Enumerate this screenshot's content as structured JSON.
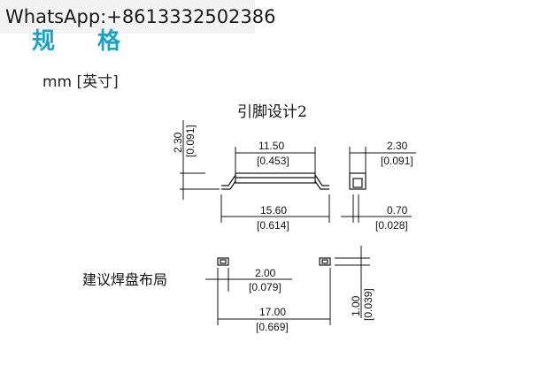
{
  "watermark": "WhatsApp:+8613332502386",
  "heading": "规格",
  "units": "mm  [英寸]",
  "pin_title": "引脚设计2",
  "pad_title": "建议焊盘布局",
  "dims": {
    "height": {
      "mm": "2.30",
      "in": "[0.091]"
    },
    "body_len": {
      "mm": "11.50",
      "in": "[0.453]"
    },
    "width": {
      "mm": "2.30",
      "in": "[0.091]"
    },
    "total_len": {
      "mm": "15.60",
      "in": "[0.614]"
    },
    "lead": {
      "mm": "0.70",
      "in": "[0.028]"
    },
    "pad_w": {
      "mm": "2.00",
      "in": "[0.079]"
    },
    "pad_h": {
      "mm": "1.00",
      "in": "[0.039]"
    },
    "pad_span": {
      "mm": "17.00",
      "in": "[0.669]"
    }
  }
}
